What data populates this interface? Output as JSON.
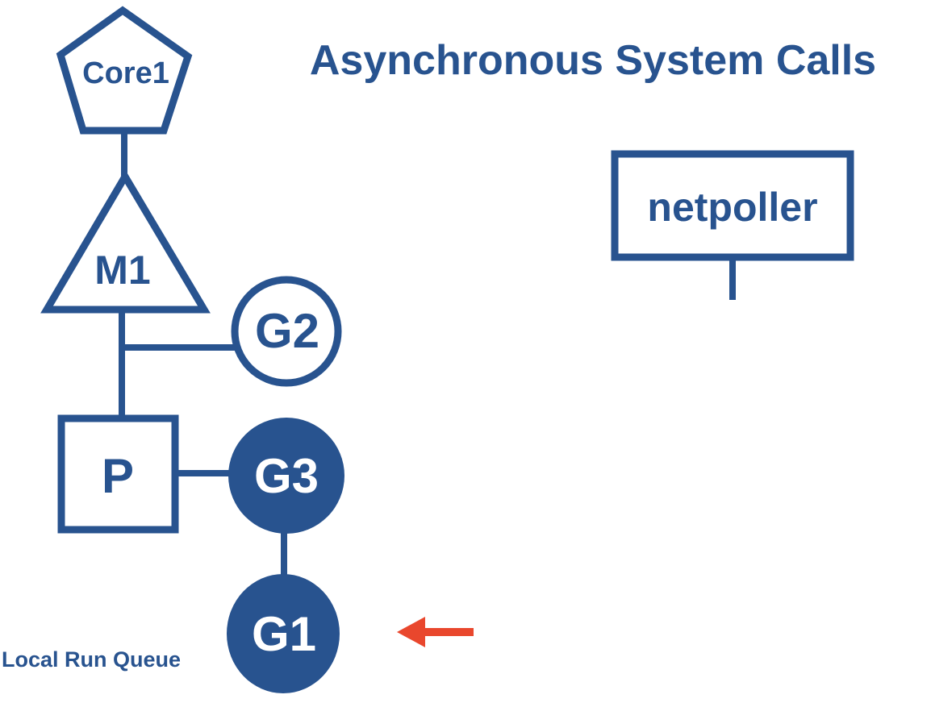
{
  "title": "Asynchronous System Calls",
  "colors": {
    "primary_blue": "#28538F",
    "arrow_red": "#E9472D",
    "background": "#FFFFFF",
    "label_on_filled": "#FFFFFF"
  },
  "nodes": {
    "core1": {
      "label": "Core1",
      "shape": "pentagon"
    },
    "m1": {
      "label": "M1",
      "shape": "triangle"
    },
    "g2": {
      "label": "G2",
      "shape": "outlined-circle"
    },
    "p": {
      "label": "P",
      "shape": "square"
    },
    "g3": {
      "label": "G3",
      "shape": "filled-circle"
    },
    "g1": {
      "label": "G1",
      "shape": "filled-circle"
    },
    "netpoller": {
      "label": "netpoller",
      "shape": "rectangle"
    }
  },
  "annotations": {
    "local_run_queue_label": "Local Run Queue",
    "arrow": {
      "direction": "left",
      "points_at": "g1"
    }
  },
  "connections": [
    {
      "from": "core1",
      "to": "m1"
    },
    {
      "from": "m1",
      "to": "g2"
    },
    {
      "from": "m1",
      "to": "p"
    },
    {
      "from": "p",
      "to": "g3"
    },
    {
      "from": "g3",
      "to": "g1"
    },
    {
      "from": "netpoller",
      "to": "stub-below"
    }
  ]
}
